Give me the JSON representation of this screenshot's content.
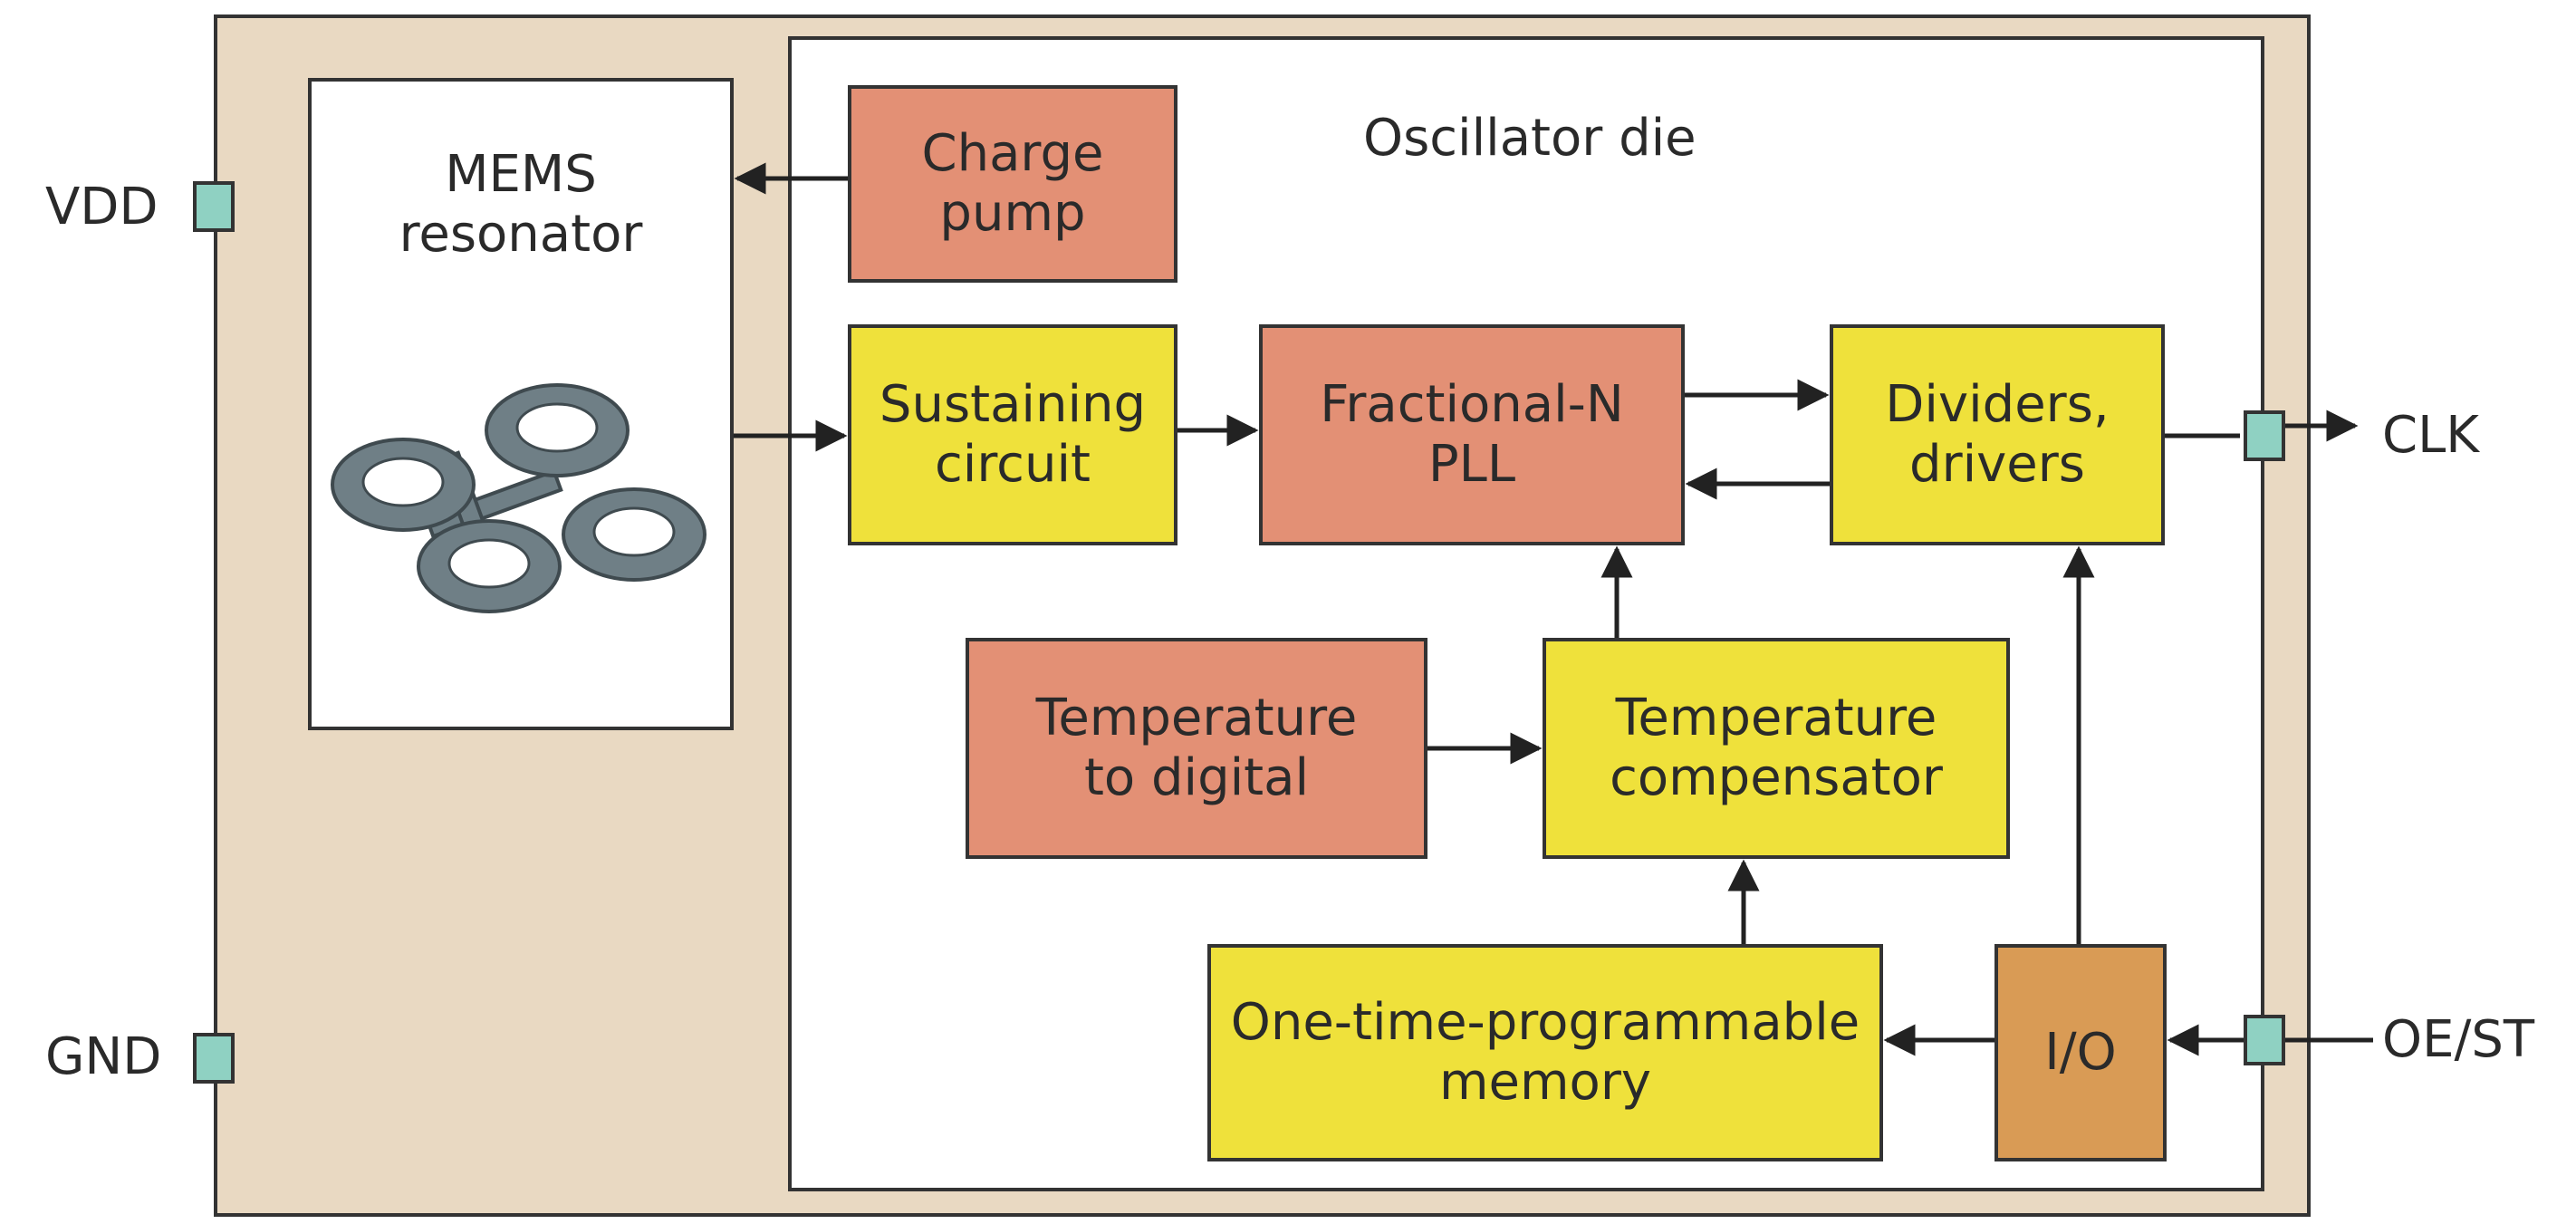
{
  "package": {
    "die_label": "Oscillator die"
  },
  "pins": {
    "vdd": "VDD",
    "gnd": "GND",
    "clk": "CLK",
    "oe_st": "OE/ST"
  },
  "blocks": {
    "mems": "MEMS\nresonator",
    "charge_pump": "Charge\npump",
    "sustaining": "Sustaining\ncircuit",
    "pll": "Fractional-N\nPLL",
    "dividers": "Dividers,\ndrivers",
    "temp_digital": "Temperature\nto digital",
    "temp_comp": "Temperature\ncompensator",
    "otp": "One-time-programmable\nmemory",
    "io": "I/O"
  },
  "colors": {
    "package": "#e9d9c2",
    "salmon_block": "#e39075",
    "yellow_block": "#efe13b",
    "io_block": "#d99b55",
    "pin": "#8fd1c2"
  }
}
